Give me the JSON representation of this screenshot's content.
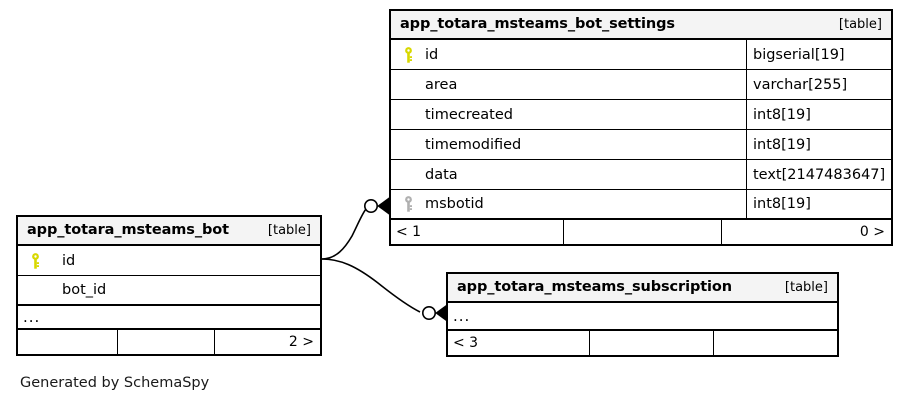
{
  "diagram": {
    "generator_caption": "Generated by SchemaSpy",
    "kind_label": "[table]",
    "ellipsis": "...",
    "colors": {
      "primary_key": "#d8d800",
      "foreign_key": "#b0b0b0",
      "border": "#000000",
      "header_background": "#f4f4f4",
      "page_background": "#ffffff"
    }
  },
  "tables": {
    "bot_settings": {
      "name": "app_totara_msteams_bot_settings",
      "kind": "[table]",
      "columns": [
        {
          "key": "primary",
          "name": "id",
          "type": "bigserial[19]"
        },
        {
          "key": "none",
          "name": "area",
          "type": "varchar[255]"
        },
        {
          "key": "none",
          "name": "timecreated",
          "type": "int8[19]"
        },
        {
          "key": "none",
          "name": "timemodified",
          "type": "int8[19]"
        },
        {
          "key": "none",
          "name": "data",
          "type": "text[2147483647]"
        },
        {
          "key": "foreign",
          "name": "msbotid",
          "type": "int8[19]"
        }
      ],
      "footer": {
        "left": "< 1",
        "middle": "",
        "right": "0 >"
      }
    },
    "bot": {
      "name": "app_totara_msteams_bot",
      "kind": "[table]",
      "columns": [
        {
          "key": "primary",
          "name": "id"
        },
        {
          "key": "none",
          "name": "bot_id"
        }
      ],
      "has_more_columns": true,
      "more_columns_label": "...",
      "footer": {
        "left": "",
        "middle": "",
        "right": "2 >"
      }
    },
    "subscription": {
      "name": "app_totara_msteams_subscription",
      "kind": "[table]",
      "columns": [],
      "has_more_columns": true,
      "more_columns_label": "...",
      "footer": {
        "left": "< 3",
        "middle": "",
        "right": ""
      }
    }
  },
  "relationships": [
    {
      "id": "bot-to-bot-settings",
      "from_table": "app_totara_msteams_bot",
      "from_column": "id",
      "to_table": "app_totara_msteams_bot_settings",
      "to_column": "msbotid",
      "optional": true
    },
    {
      "id": "bot-to-subscription",
      "from_table": "app_totara_msteams_bot",
      "from_column": "id",
      "to_table": "app_totara_msteams_subscription",
      "to_column": "",
      "optional": true
    }
  ]
}
